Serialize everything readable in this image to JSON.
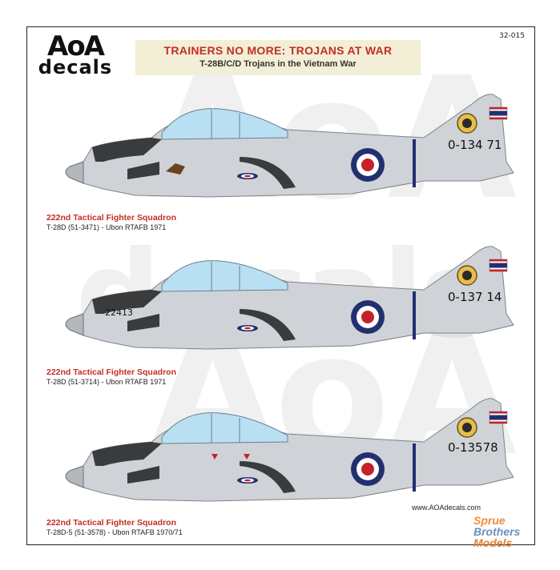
{
  "brand": {
    "line1": "AoA",
    "line2": "decals"
  },
  "sheet_ref": "32-015",
  "title": {
    "main": "TRAINERS NO MORE: TROJANS AT WAR",
    "sub": "T-28B/C/D Trojans in the Vietnam War"
  },
  "aircraft": [
    {
      "tail_number": "0-134 71",
      "nose_number": "",
      "caption_unit": "222nd Tactical Fighter Squadron",
      "caption_detail": "T-28D (51-3471) - Ubon RTAFB 1971"
    },
    {
      "tail_number": "0-137 14",
      "nose_number": "22413",
      "caption_unit": "222nd Tactical Fighter Squadron",
      "caption_detail": "T-28D (51-3714) - Ubon RTAFB 1971"
    },
    {
      "tail_number": "0-13578",
      "nose_number": "",
      "caption_unit": "222nd Tactical Fighter Squadron",
      "caption_detail": "T-28D-5 (51-3578) - Ubon RTAFB 1970/71"
    }
  ],
  "website": "www.AOAdecals.com",
  "watermark": {
    "line1": "AoA",
    "line2": "decals"
  },
  "store_logo": {
    "line1": "Sprue",
    "line2": "Brothers",
    "line3": "Models"
  },
  "colors": {
    "title_red": "#c22e24",
    "fuselage_gray": "#cfd3d8",
    "canopy_blue": "#b9dff2",
    "anti_glare": "#3a3b3d",
    "roundel_blue": "#232f6e",
    "roundel_red": "#c8202a"
  }
}
